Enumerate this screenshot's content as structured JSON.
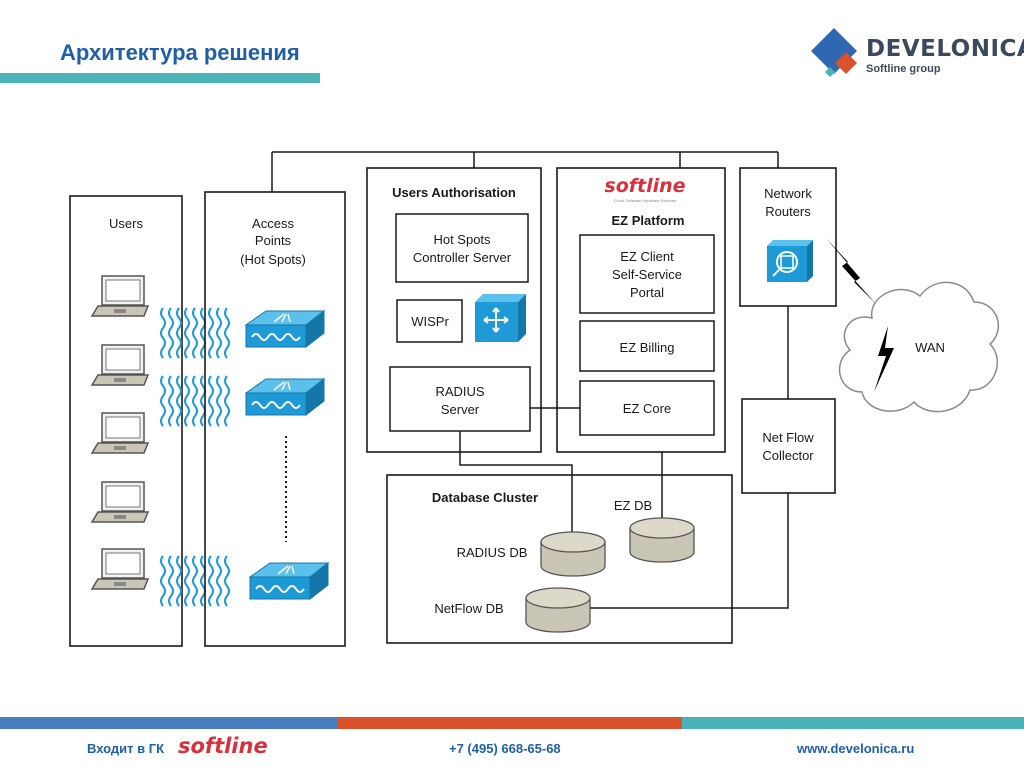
{
  "header": {
    "title": "Архитектура решения",
    "logo": {
      "name": "DEVELONICA",
      "sub": "Softline group"
    }
  },
  "diagram": {
    "users": {
      "label": "Users"
    },
    "access_points": {
      "line1": "Access",
      "line2": "Points",
      "line3": "(Hot Spots)"
    },
    "users_auth": {
      "title": "Users Authorisation",
      "hotspots_line1": "Hot Spots",
      "hotspots_line2": "Controller Server",
      "wispr": "WISPr",
      "radius_line1": "RADIUS",
      "radius_line2": "Server"
    },
    "ez_platform": {
      "logo": "softline",
      "logo_tagline": "Cloud   Software   Hardware   Services",
      "title": "EZ Platform",
      "client_line1": "EZ Client",
      "client_line2": "Self-Service",
      "client_line3": "Portal",
      "billing": "EZ Billing",
      "core": "EZ Core"
    },
    "network_routers": {
      "line1": "Network",
      "line2": "Routers"
    },
    "wan": {
      "label": "WAN"
    },
    "netflow_collector": {
      "line1": "Net Flow",
      "line2": "Collector"
    },
    "database_cluster": {
      "title": "Database Cluster",
      "ez_db": "EZ DB",
      "radius_db": "RADIUS DB",
      "netflow_db": "NetFlow DB"
    }
  },
  "footer": {
    "member_text": "Входит в ГК",
    "member_logo": "softline",
    "phone": "+7 (495) 668-65-68",
    "website": "www.develonica.ru"
  },
  "colors": {
    "title_blue": "#1f5fa8",
    "teal": "#4bb3b7",
    "orange": "#d9522b",
    "steel_blue": "#4a7fbf",
    "device_blue": "#1e9ad6",
    "db_gray": "#c9c6b6"
  }
}
